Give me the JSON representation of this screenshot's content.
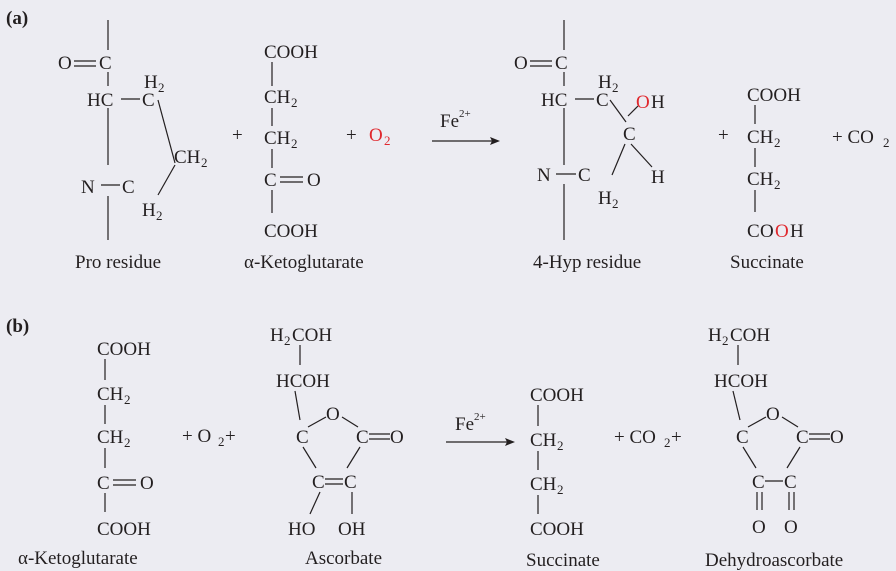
{
  "panel_a": {
    "label": "(a)",
    "catalyst": "Fe",
    "catalyst_charge": "2+",
    "reactants": {
      "pro_name": "Pro residue",
      "akg_name": "α-Ketoglutarate",
      "oxygen": "O",
      "oxygen_sub": "2"
    },
    "products": {
      "hyp_name": "4-Hyp residue",
      "succ_name": "Succinate",
      "co2": "+ CO",
      "co2_sub": "2"
    },
    "plus": "+"
  },
  "panel_b": {
    "label": "(b)",
    "catalyst": "Fe",
    "catalyst_charge": "2+",
    "names": {
      "akg": "α-Ketoglutarate",
      "asc": "Ascorbate",
      "succ": "Succinate",
      "dha": "Dehydroascorbate"
    },
    "o2_prefix": "+ O",
    "o2_sub": "2",
    "o2_suffix": " +",
    "co2_prefix": "+ CO",
    "co2_sub": "2",
    "co2_suffix": " +"
  },
  "chem": {
    "cooh": "COOH",
    "ch": "CH",
    "two": "2",
    "h": "H",
    "c": "C",
    "o": "O",
    "n": "N",
    "hc": "HC",
    "oh": "OH",
    "ho": "HO",
    "hcoh": "HCOH",
    "h2coh_h": "H",
    "h2coh_rest": "COH",
    "c_eq_o_tail": "=O",
    "o_eq_head": "O=",
    "coo": "COO",
    "c_eq_o_full": "C=O"
  },
  "colors": {
    "background": "#ECECF2",
    "text": "#231F20",
    "highlight": "#E0282E"
  }
}
